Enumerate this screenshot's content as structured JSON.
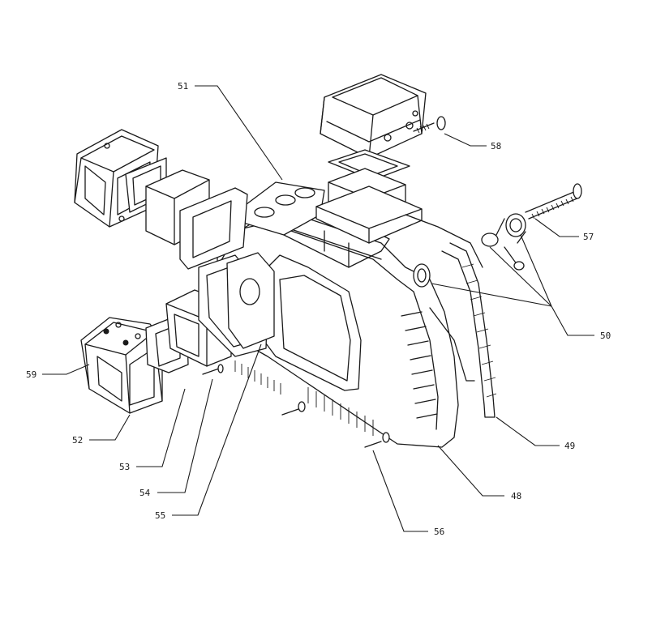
{
  "callouts": {
    "c48": "48",
    "c49": "49",
    "c50": "50",
    "c51": "51",
    "c52": "52",
    "c53": "53",
    "c54": "54",
    "c55": "55",
    "c56": "56",
    "c57": "57",
    "c58": "58",
    "c59": "59"
  }
}
